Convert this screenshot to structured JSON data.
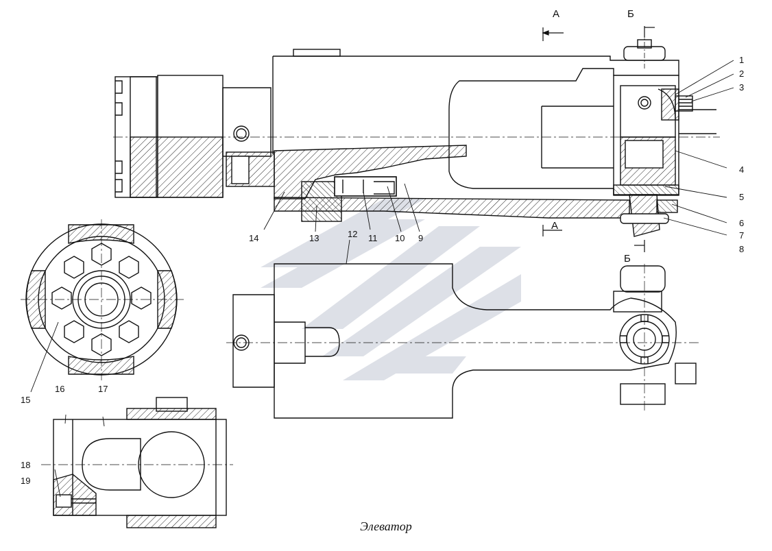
{
  "caption": "Элеватор",
  "section_marks": {
    "a": "А",
    "b": "Б"
  },
  "callouts": [
    "1",
    "2",
    "3",
    "4",
    "5",
    "6",
    "7",
    "8",
    "9",
    "10",
    "11",
    "12",
    "13",
    "14",
    "15",
    "16",
    "17",
    "18",
    "19"
  ]
}
